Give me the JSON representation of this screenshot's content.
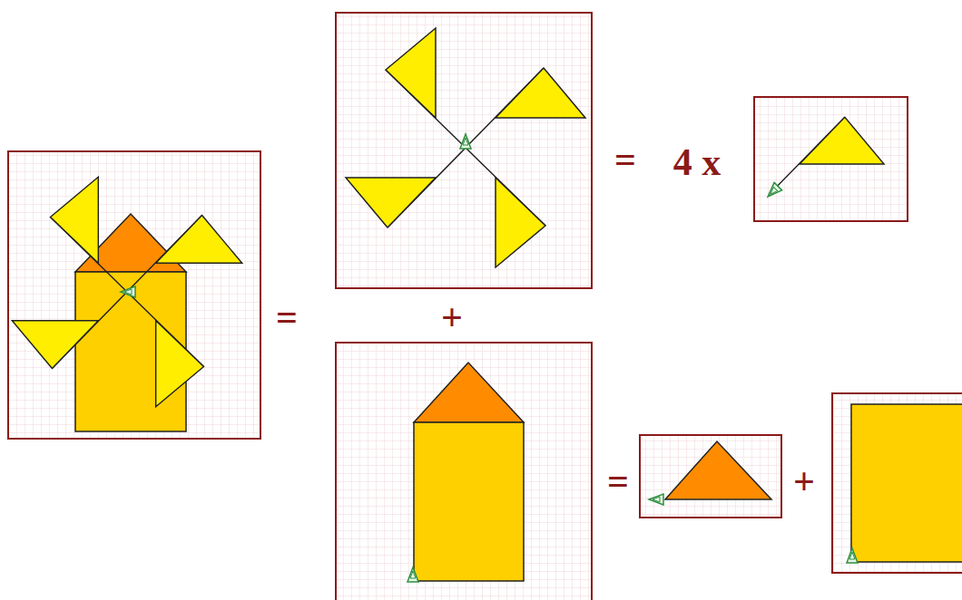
{
  "diagram": {
    "labels": [
      "=",
      "=",
      "4 x",
      "+",
      "=",
      "+"
    ]
  }
}
